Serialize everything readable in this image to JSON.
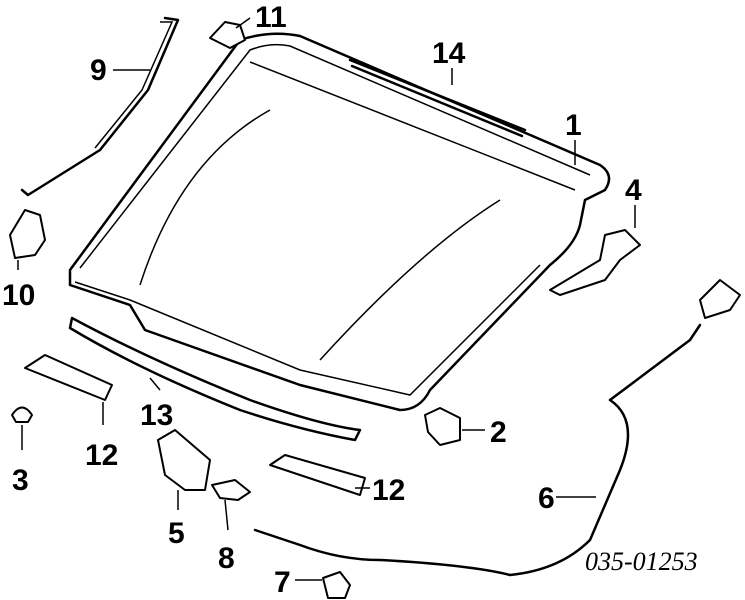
{
  "callouts": [
    {
      "id": "1",
      "text": "1"
    },
    {
      "id": "2",
      "text": "2"
    },
    {
      "id": "3",
      "text": "3"
    },
    {
      "id": "4",
      "text": "4"
    },
    {
      "id": "5",
      "text": "5"
    },
    {
      "id": "6",
      "text": "6"
    },
    {
      "id": "7",
      "text": "7"
    },
    {
      "id": "8",
      "text": "8"
    },
    {
      "id": "9",
      "text": "9"
    },
    {
      "id": "10",
      "text": "10"
    },
    {
      "id": "11",
      "text": "11"
    },
    {
      "id": "12a",
      "text": "12"
    },
    {
      "id": "12b",
      "text": "12"
    },
    {
      "id": "13",
      "text": "13"
    },
    {
      "id": "14",
      "text": "14"
    }
  ],
  "diagram_code": "035-01253"
}
